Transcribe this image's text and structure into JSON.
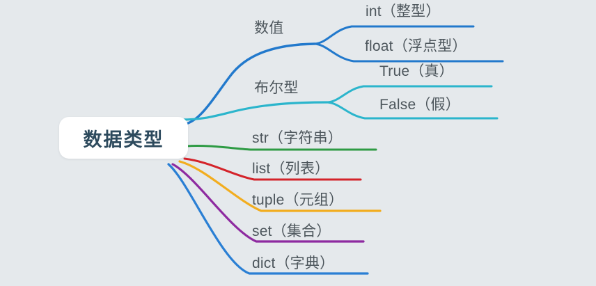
{
  "diagram": {
    "type": "mind-map",
    "title": "数据类型",
    "background_color": "#e5e9ec",
    "text_color": "#4d565c",
    "root_text_color": "#2d4a5d",
    "root_background": "#ffffff"
  },
  "root": {
    "label": "数据类型"
  },
  "branches": [
    {
      "label": "数值",
      "color": "#2279cc",
      "children": [
        {
          "label": "int（整型）",
          "color": "#2279cc"
        },
        {
          "label": "float（浮点型）",
          "color": "#2279cc"
        }
      ]
    },
    {
      "label": "布尔型",
      "color": "#2bb5cc",
      "children": [
        {
          "label": "True（真）",
          "color": "#2bb5cc"
        },
        {
          "label": "False（假）",
          "color": "#2bb5cc"
        }
      ]
    },
    {
      "label": "str（字符串）",
      "color": "#2e9b44",
      "children": []
    },
    {
      "label": "list（列表）",
      "color": "#d4232a",
      "children": []
    },
    {
      "label": "tuple（元组）",
      "color": "#f2ad1f",
      "children": []
    },
    {
      "label": "set（集合）",
      "color": "#8e2aa0",
      "children": []
    },
    {
      "label": "dict（字典）",
      "color": "#2a7fd4",
      "children": []
    }
  ]
}
